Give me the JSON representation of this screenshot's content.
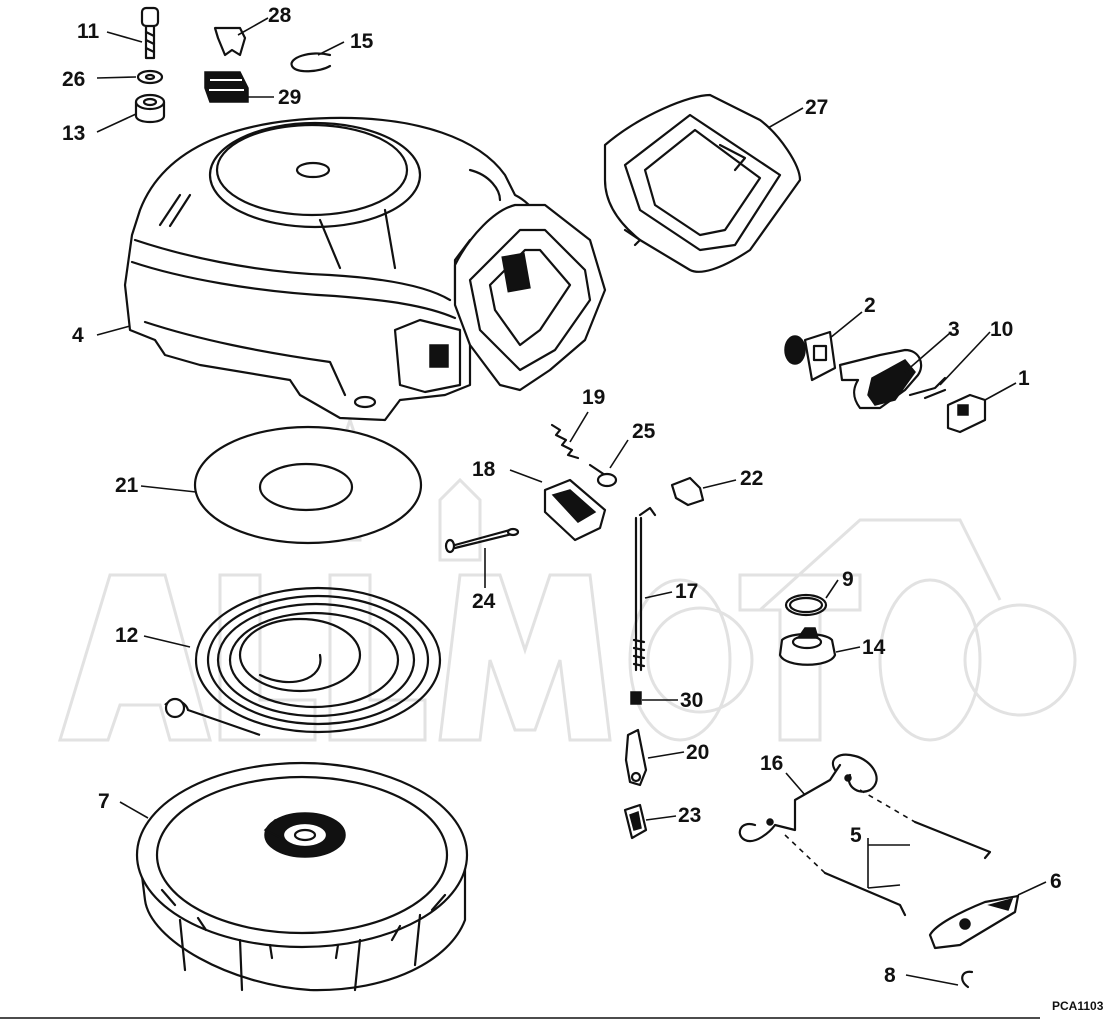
{
  "figure_code": "PCA1103",
  "callouts": {
    "c1": "1",
    "c2": "2",
    "c3": "3",
    "c4": "4",
    "c5": "5",
    "c6": "6",
    "c7": "7",
    "c8": "8",
    "c9": "9",
    "c10": "10",
    "c11": "11",
    "c12": "12",
    "c13": "13",
    "c14": "14",
    "c15": "15",
    "c16": "16",
    "c17": "17",
    "c19": "19",
    "c18": "18",
    "c20": "20",
    "c21": "21",
    "c22": "22",
    "c23": "23",
    "c24": "24",
    "c25": "25",
    "c26": "26",
    "c27": "27",
    "c28": "28",
    "c29": "29",
    "c30": "30"
  },
  "watermark": {
    "text": "ALLMOTO"
  }
}
